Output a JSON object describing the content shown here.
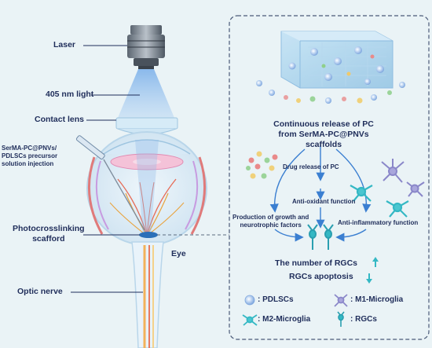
{
  "left": {
    "laser": "Laser",
    "light": "405 nm light",
    "contact_lens": "Contact lens",
    "injection": [
      "SerMA-PC@PNVs/",
      "PDLSCs precursor",
      "solution injection"
    ],
    "scaffold": [
      "Photocrosslinking",
      "scafford"
    ],
    "eye": "Eye",
    "optic_nerve": "Optic nerve"
  },
  "right": {
    "title": [
      "Continuous release of PC",
      "from SerMA-PC@PNVs scaffolds"
    ],
    "drug_release": "Drug release of PC",
    "antioxidant": "Anti-oxidant function",
    "growth": [
      "Production of growth and",
      "neurotrophic factors"
    ],
    "antiinflammatory": "Anti-inflammatory function",
    "rgc_number": "The number of RGCs",
    "rgc_apoptosis": "RGCs apoptosis",
    "legend": {
      "pdlsc": ": PDLSCs",
      "m1": ": M1-Microglia",
      "m2": ": M2-Microglia",
      "rgc": ": RGCs"
    }
  },
  "colors": {
    "navy": "#1f2d5a",
    "arrow": "#3b7fd1",
    "cyan": "#34b8c4",
    "background": "#eaf3f6"
  }
}
